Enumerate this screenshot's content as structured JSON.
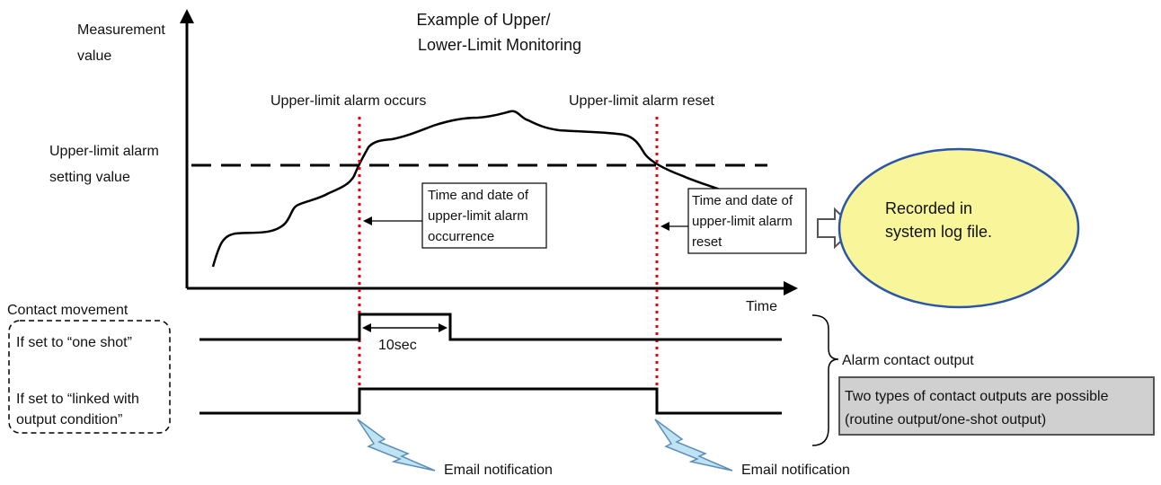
{
  "title": [
    "Example of Upper/",
    "Lower-Limit Monitoring"
  ],
  "y_axis_label": [
    "Measurement",
    "value"
  ],
  "x_axis_label": "Time",
  "threshold_label": [
    "Upper-limit alarm",
    "setting value"
  ],
  "event_occurs_label": "Upper-limit alarm occurs",
  "event_reset_label": "Upper-limit alarm reset",
  "callout_occurrence": [
    "Time and date of",
    "upper-limit alarm",
    "occurrence"
  ],
  "callout_reset": [
    "Time and date of",
    "upper-limit alarm",
    "reset"
  ],
  "log_ellipse": [
    "Recorded in",
    "system log file."
  ],
  "contact_movement_label": "Contact movement",
  "one_shot_label": "If set to “one shot”",
  "linked_label": [
    "If set to “linked with",
    "output condition”"
  ],
  "pulse_duration_label": "10sec",
  "alarm_contact_output_label": "Alarm contact output",
  "contact_output_note": [
    "Two types of contact outputs are possible",
    "(routine output/one-shot output)"
  ],
  "email_notification_label": "Email notification",
  "colors": {
    "line": "#000000",
    "marker": "#e8000e",
    "ellipse_fill": "#f8f59a",
    "ellipse_stroke": "#2b55a8",
    "note_fill": "#d0d0d0",
    "note_stroke": "#555555",
    "bolt_fill": "#bfe3f2",
    "bolt_stroke": "#5a8fb8",
    "arrow_fill": "#ffffff"
  },
  "icons": {
    "bolt": "lightning-bolt-icon",
    "arrow": "block-arrow-right-icon"
  }
}
